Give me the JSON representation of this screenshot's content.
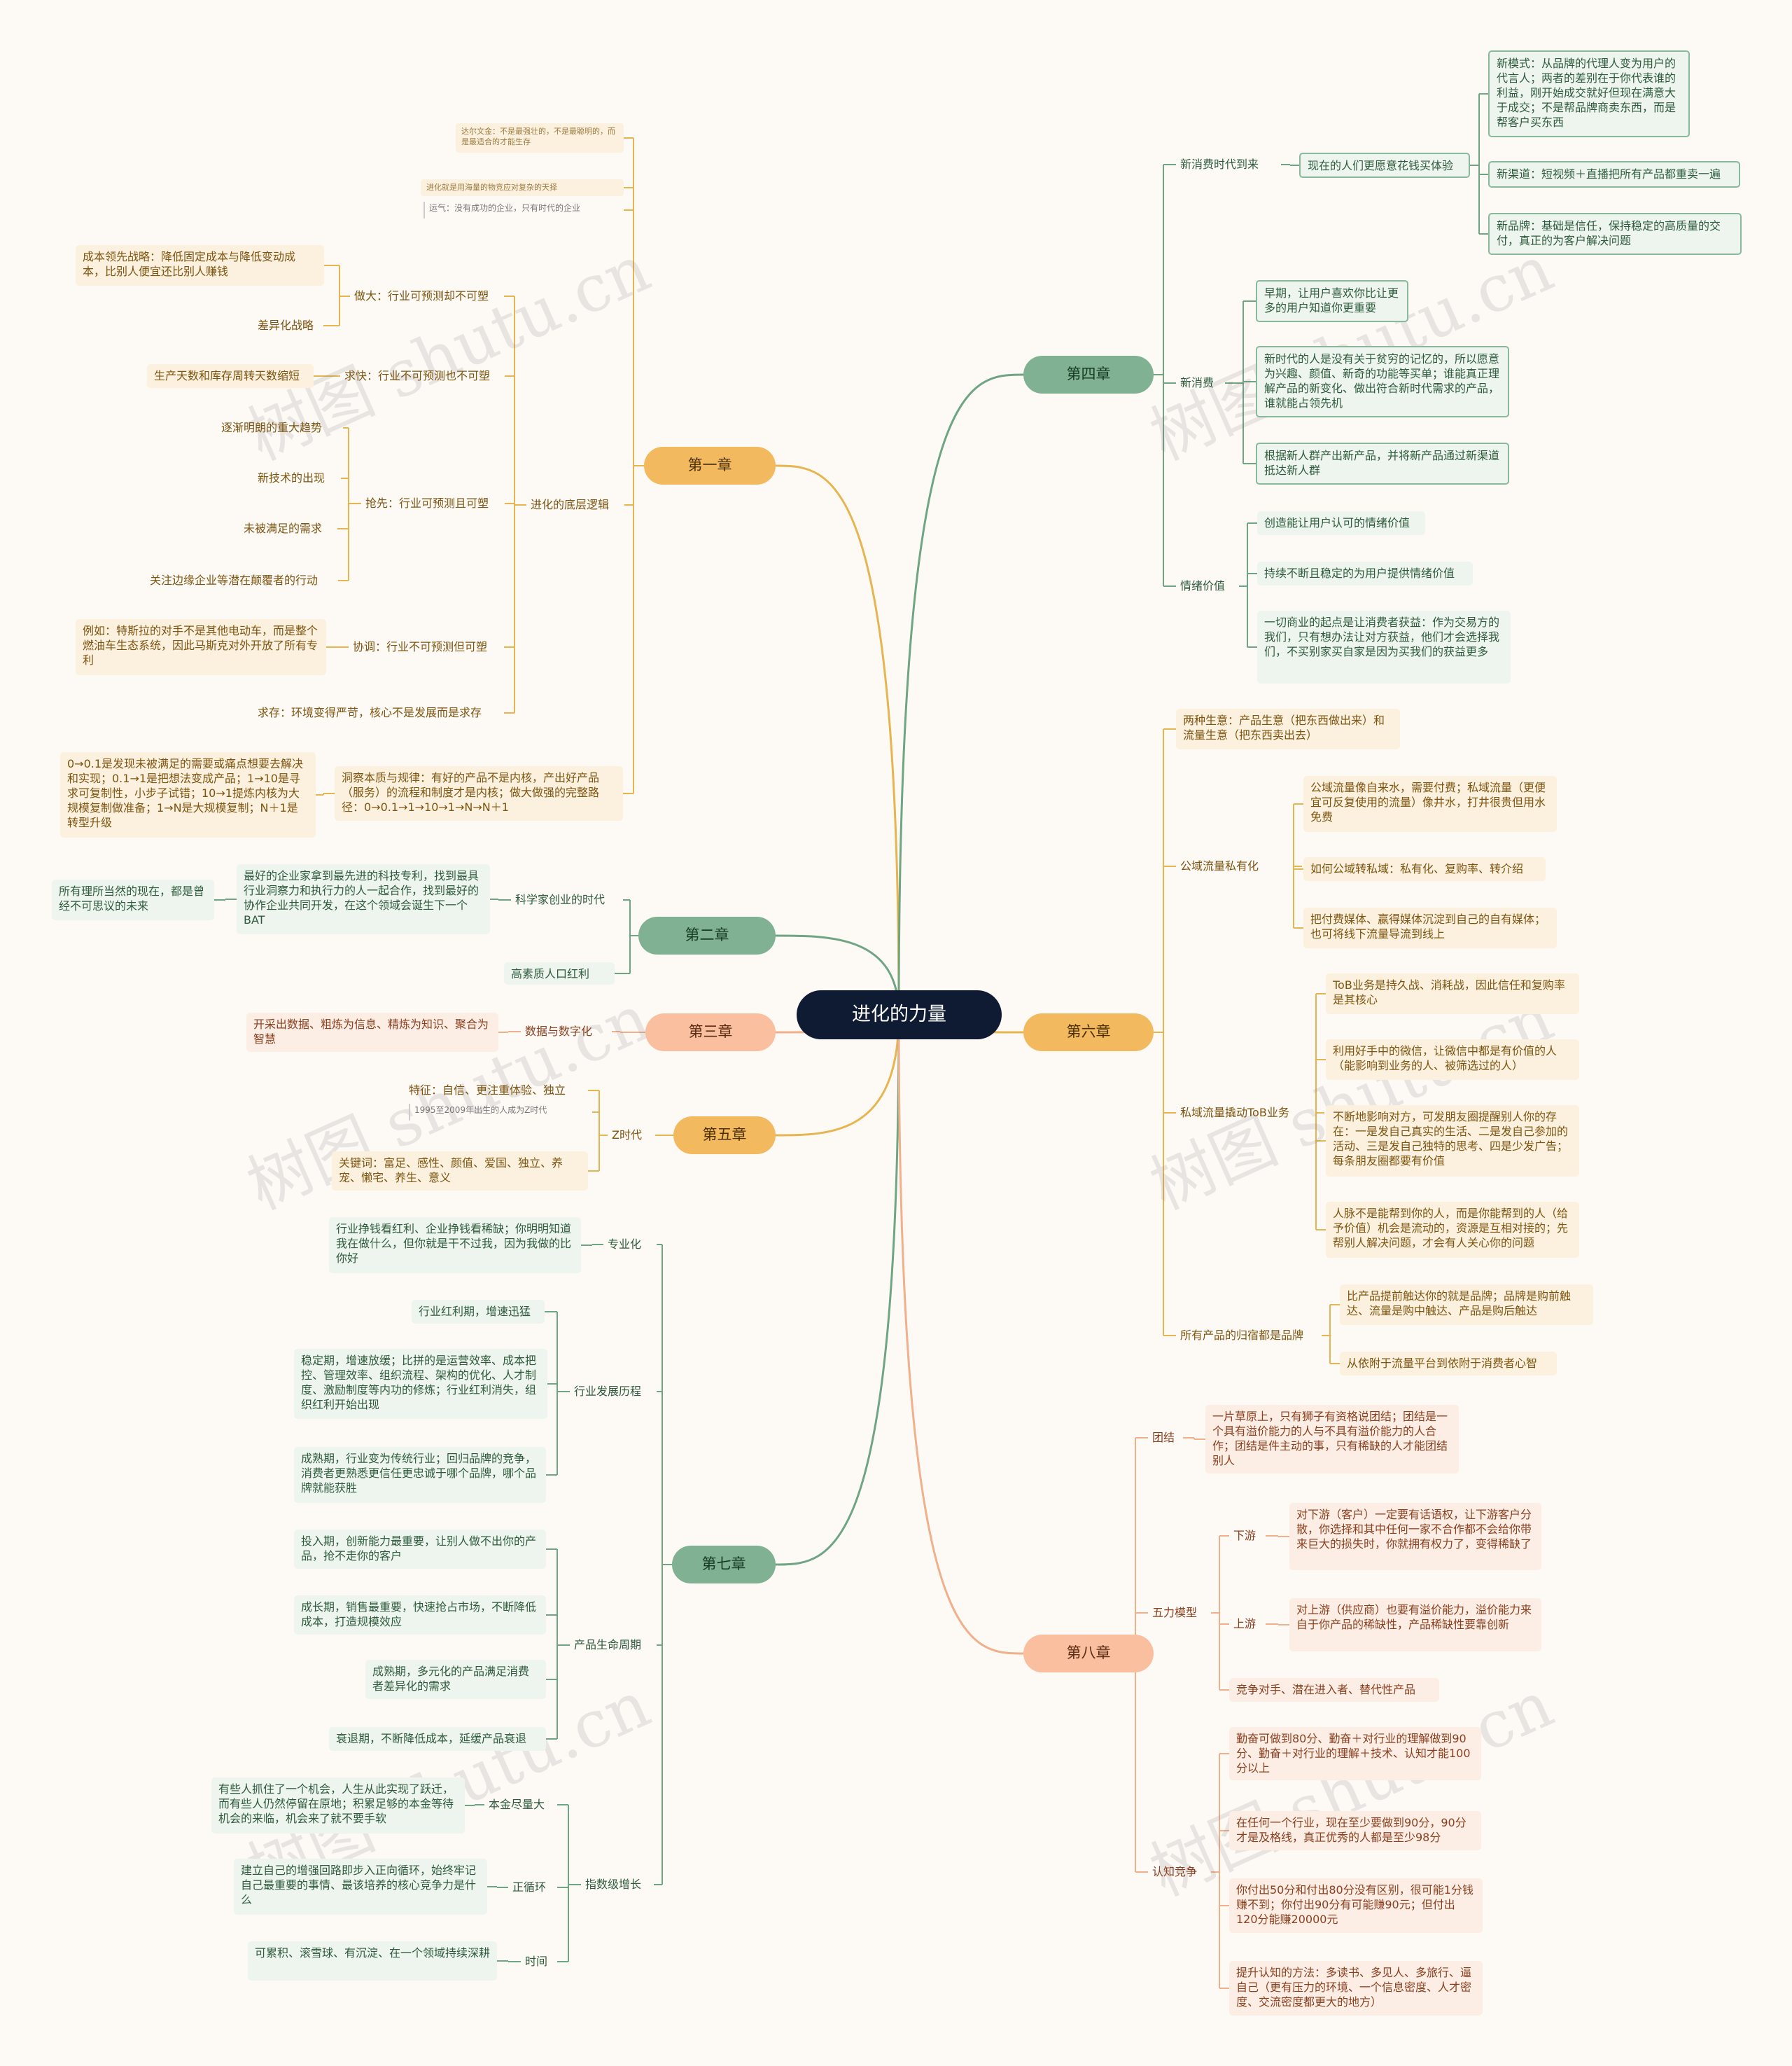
{
  "colors": {
    "root_bg": "#0f1a33",
    "green": "#6fa583",
    "orange": "#e6b54f",
    "peach": "#f0b08c"
  },
  "watermark": "树图 shutu.cn",
  "root": "进化的力量",
  "ch1": {
    "label": "第一章",
    "tiny1": "达尔文金：不是最强壮的，不是最聪明的，而是最适合的才能生存",
    "tiny2": "进化就是用海量的物竞应对复杂的天择",
    "note_luck": "运气：没有成功的企业，只有时代的企业",
    "logic": "进化的底层逻辑",
    "big": "做大：行业可预测却不可塑",
    "big_cost": "成本领先战略：降低固定成本与降低变动成本，比别人便宜还比别人赚钱",
    "big_diff": "差异化战略",
    "fast": "求快：行业不可预测也不可塑",
    "fast_c1": "生产天数和库存周转天数缩短",
    "first": "抢先：行业可预测且可塑",
    "first_c1": "逐渐明朗的重大趋势",
    "first_c2": "新技术的出现",
    "first_c3": "未被满足的需求",
    "first_c4": "关注边缘企业等潜在颠覆者的行动",
    "coop": "协调：行业不可预测但可塑",
    "coop_c1": "例如：特斯拉的对手不是其他电动车，而是整个燃油车生态系统，因此马斯克对外开放了所有专利",
    "survive": "求存：环境变得严苛，核心不是发展而是求存",
    "insight": "洞察本质与规律：有好的产品不是内核，产出好产品（服务）的流程和制度才是内核；做大做强的完整路径：0→0.1→1→10→1→N→N＋1",
    "insight_c1": "0→0.1是发现未被满足的需要或痛点想要去解决和实现；0.1→1是把想法变成产品；1→10是寻求可复制性，小步子试错；10→1提炼内核为大规模复制做准备；1→N是大规模复制；N＋1是转型升级"
  },
  "ch2": {
    "label": "第二章",
    "sci": "科学家创业的时代",
    "sci_c1": "最好的企业家拿到最先进的科技专利，找到最具行业洞察力和执行力的人一起合作，找到最好的协作企业共同开发，在这个领域会诞生下一个BAT",
    "sci_c1_c1": "所有理所当然的现在，都是曾经不可思议的未来",
    "talent": "高素质人口红利"
  },
  "ch3": {
    "label": "第三章",
    "data": "数据与数字化",
    "data_c1": "开采出数据、粗炼为信息、精炼为知识、聚合为智慧"
  },
  "ch5": {
    "label": "第五章",
    "z": "Z时代",
    "z_c1": "特征：自信、更注重体验、独立",
    "z_note": "1995至2009年出生的人成为Z时代",
    "z_c2": "关键词：富足、感性、颜值、爱国、独立、养宠、懒宅、养生、意义"
  },
  "ch7": {
    "label": "第七章",
    "pro": "专业化",
    "pro_c1": "行业挣钱看红利、企业挣钱看稀缺；你明明知道我在做什么，但你就是干不过我，因为我做的比你好",
    "ind": "行业发展历程",
    "ind_c1": "行业红利期，增速迅猛",
    "ind_c2": "稳定期，增速放缓；比拼的是运营效率、成本把控、管理效率、组织流程、架构的优化、人才制度、激励制度等内功的修炼；行业红利消失，组织红利开始出现",
    "ind_c3": "成熟期，行业变为传统行业；回归品牌的竞争，消费者更熟悉更信任更忠诚于哪个品牌，哪个品牌就能获胜",
    "life": "产品生命周期",
    "life_c1": "投入期，创新能力最重要，让别人做不出你的产品，抢不走你的客户",
    "life_c2": "成长期，销售最重要，快速抢占市场，不断降低成本，打造规模效应",
    "life_c3": "成熟期，多元化的产品满足消费者差异化的需求",
    "life_c4": "衰退期，不断降低成本，延缓产品衰退",
    "exp": "指数级增长",
    "exp_a": "本金尽量大",
    "exp_a_c1": "有些人抓住了一个机会，人生从此实现了跃迁，而有些人仍然停留在原地；积累足够的本金等待机会的来临，机会来了就不要手软",
    "exp_b": "正循环",
    "exp_b_c1": "建立自己的增强回路即步入正向循环，始终牢记自己最重要的事情、最该培养的核心竞争力是什么",
    "exp_c": "时间",
    "exp_c_c1": "可累积、滚雪球、有沉淀、在一个领域持续深耕"
  },
  "ch4": {
    "label": "第四章",
    "era": "新消费时代到来",
    "era_mid": "现在的人们更愿意花钱买体验",
    "era_c1": "新模式：从品牌的代理人变为用户的代言人；两者的差别在于你代表谁的利益，刚开始成交就好但现在满意大于成交；不是帮品牌商卖东西，而是帮客户买东西",
    "era_c2": "新渠道：短视频＋直播把所有产品都重卖一遍",
    "era_c3": "新品牌：基础是信任，保持稳定的高质量的交付，真正的为客户解决问题",
    "nc": "新消费",
    "nc_c1": "早期，让用户喜欢你比让更多的用户知道你更重要",
    "nc_c2": "新时代的人是没有关于贫穷的记忆的，所以愿意为兴趣、颜值、新奇的功能等买单；谁能真正理解产品的新变化、做出符合新时代需求的产品，谁就能占领先机",
    "nc_c3": "根据新人群产出新产品，并将新产品通过新渠道抵达新人群",
    "emo": "情绪价值",
    "emo_c1": "创造能让用户认可的情绪价值",
    "emo_c2": "持续不断且稳定的为用户提供情绪价值",
    "emo_c3": "一切商业的起点是让消费者获益：作为交易方的我们，只有想办法让对方获益，他们才会选择我们，不买别家买自家是因为买我们的获益更多"
  },
  "ch6": {
    "label": "第六章",
    "two": "两种生意：产品生意（把东西做出来）和流量生意（把东西卖出去）",
    "pub": "公域流量私有化",
    "pub_c1": "公域流量像自来水，需要付费；私域流量（更便宜可反复使用的流量）像井水，打井很贵但用水免费",
    "pub_c2": "如何公域转私域：私有化、复购率、转介绍",
    "pub_c3": "把付费媒体、赢得媒体沉淀到自己的自有媒体；也可将线下流量导流到线上",
    "priv": "私域流量撬动ToB业务",
    "priv_c1": "ToB业务是持久战、消耗战，因此信任和复购率是其核心",
    "priv_c2": "利用好手中的微信，让微信中都是有价值的人（能影响到业务的人、被筛选过的人）",
    "priv_c3": "不断地影响对方，可发朋友圈提醒别人你的存在：一是发自己真实的生活、二是发自己参加的活动、三是发自己独特的思考、四是少发广告；每条朋友圈都要有价值",
    "priv_c4": "人脉不是能帮到你的人，而是你能帮到的人（给予价值）机会是流动的，资源是互相对接的；先帮别人解决问题，才会有人关心你的问题",
    "brand": "所有产品的归宿都是品牌",
    "brand_c1": "比产品提前触达你的就是品牌；品牌是购前触达、流量是购中触达、产品是购后触达",
    "brand_c2": "从依附于流量平台到依附于消费者心智"
  },
  "ch8": {
    "label": "第八章",
    "unity": "团结",
    "unity_c1": "一片草原上，只有狮子有资格说团结；团结是一个具有溢价能力的人与不具有溢价能力的人合作；团结是件主动的事，只有稀缺的人才能团结别人",
    "five": "五力模型",
    "down": "下游",
    "down_c1": "对下游（客户）一定要有话语权，让下游客户分散，你选择和其中任何一家不合作都不会给你带来巨大的损失时，你就拥有权力了，变得稀缺了",
    "up": "上游",
    "up_c1": "对上游（供应商）也要有溢价能力，溢价能力来自于你产品的稀缺性，产品稀缺性要靠创新",
    "five_c3": "竞争对手、潜在进入者、替代性产品",
    "cog": "认知竞争",
    "cog_c1": "勤奋可做到80分、勤奋＋对行业的理解做到90分、勤奋＋对行业的理解＋技术、认知才能100分以上",
    "cog_c2": "在任何一个行业，现在至少要做到90分，90分才是及格线，真正优秀的人都是至少98分",
    "cog_c3": "你付出50分和付出80分没有区别，很可能1分钱赚不到；你付出90分有可能赚90元；但付出120分能赚20000元",
    "cog_c4": "提升认知的方法：多读书、多见人、多旅行、逼自己（更有压力的环境、一个信息密度、人才密度、交流密度都更大的地方）"
  }
}
